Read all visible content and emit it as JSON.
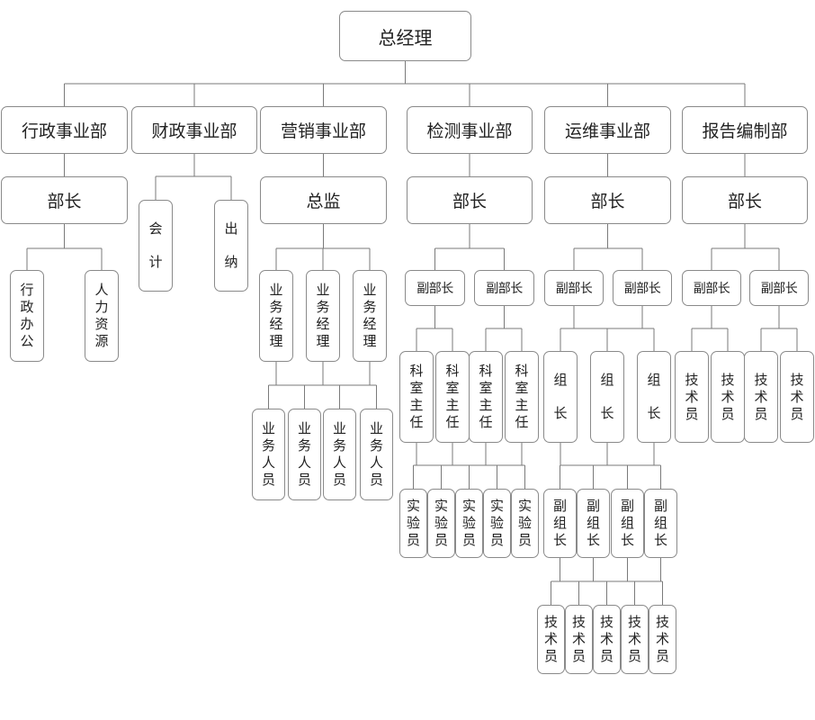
{
  "root": "总经理",
  "departments": [
    "行政事业部",
    "财政事业部",
    "营销事业部",
    "检测事业部",
    "运维事业部",
    "报告编制部"
  ],
  "admin": {
    "head": "部长",
    "children": [
      "行政办公",
      "人力资源"
    ]
  },
  "finance": {
    "children": [
      "会计",
      "出纳"
    ]
  },
  "marketing": {
    "head": "总监",
    "managers": [
      "业务经理",
      "业务经理",
      "业务经理"
    ],
    "staff": [
      "业务人员",
      "业务人员",
      "业务人员",
      "业务人员"
    ]
  },
  "testing": {
    "head": "部长",
    "deputies": [
      "副部长",
      "副部长"
    ],
    "directors": [
      "科室主任",
      "科室主任",
      "科室主任",
      "科室主任"
    ],
    "staff": [
      "实验员",
      "实验员",
      "实验员",
      "实验员",
      "实验员"
    ]
  },
  "operations": {
    "head": "部长",
    "deputies": [
      "副部长",
      "副部长"
    ],
    "leaders": [
      "组长",
      "组长",
      "组长"
    ],
    "vice_leaders": [
      "副组长",
      "副组长",
      "副组长",
      "副组长"
    ],
    "staff": [
      "技术员",
      "技术员",
      "技术员",
      "技术员",
      "技术员"
    ]
  },
  "report": {
    "head": "部长",
    "deputies": [
      "副部长",
      "副部长"
    ],
    "staff": [
      "技术员",
      "技术员",
      "技术员",
      "技术员"
    ]
  }
}
